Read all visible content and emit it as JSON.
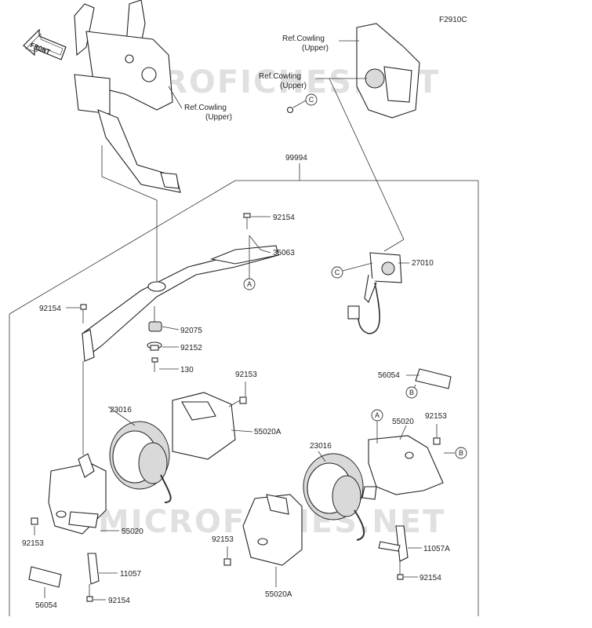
{
  "figure_code": "F2910C",
  "front_label": "FRONT",
  "kit_number": "99994",
  "ref_labels": [
    {
      "line1": "Ref.Cowling",
      "line2": "(Upper)"
    },
    {
      "line1": "Ref.Cowling",
      "line2": "(Upper)"
    },
    {
      "line1": "Ref.Cowling",
      "line2": "(Upper)"
    }
  ],
  "callouts": [
    "A",
    "B",
    "C"
  ],
  "parts": {
    "p92154_top": "92154",
    "p35063": "35063",
    "p27010": "27010",
    "p92154_left": "92154",
    "p92075": "92075",
    "p92152": "92152",
    "p130": "130",
    "p92153_top": "92153",
    "p23016_left": "23016",
    "p55020A_top": "55020A",
    "p56054_right": "56054",
    "p92153_right": "92153",
    "p55020_right": "55020",
    "p23016_right": "23016",
    "p92153_left": "92153",
    "p55020_left": "55020",
    "p11057": "11057",
    "p56054_left": "56054",
    "p92154_bottom_left": "92154",
    "p92153_mid": "92153",
    "p11057A": "11057A",
    "p92154_bottom_right": "92154",
    "p55020A_bottom": "55020A"
  },
  "watermark": "MICROFICHES.NET"
}
